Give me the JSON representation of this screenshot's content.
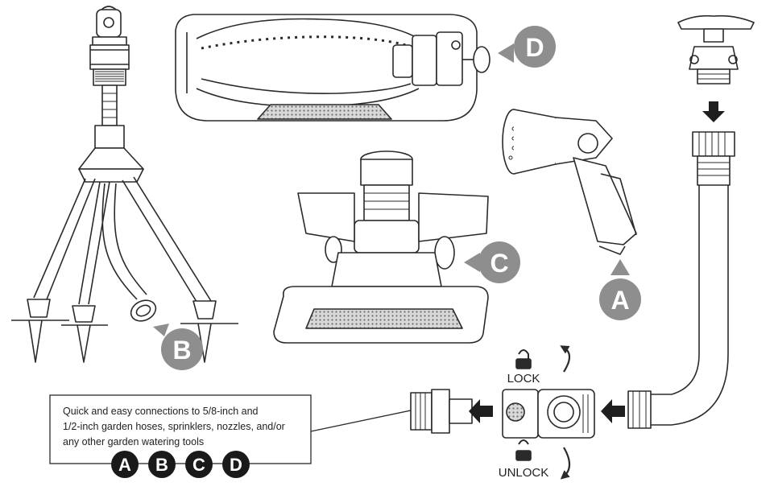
{
  "callout": {
    "line1": "Quick and easy connections to 5/8-inch and",
    "line2": "1/2-inch garden hoses, sprinklers, nozzles, and/or",
    "line3": "any other garden watering tools",
    "badges": [
      "A",
      "B",
      "C",
      "D"
    ]
  },
  "labels": {
    "a": "A",
    "b": "B",
    "c": "C",
    "d": "D",
    "lock": "LOCK",
    "unlock": "UNLOCK"
  },
  "colors": {
    "line": "#2a2a2a",
    "gray_badge": "#8e8e8e",
    "black_badge": "#1a1a1a",
    "mesh": "#9a9a9a"
  }
}
